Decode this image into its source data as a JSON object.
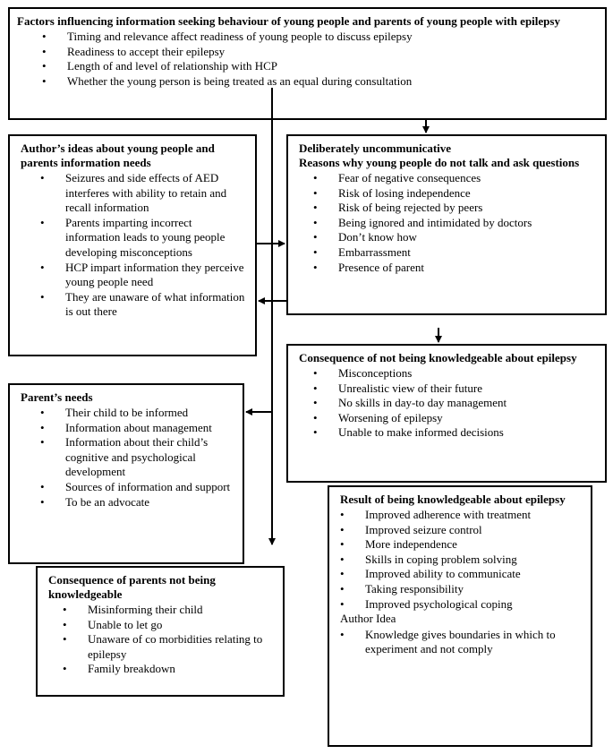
{
  "boxes": {
    "factors": {
      "title": "Factors influencing information seeking behaviour of young people and parents of young people with epilepsy",
      "items": [
        "Timing and relevance affect readiness of  young people to discuss epilepsy",
        "Readiness to accept their epilepsy",
        "Length of and level of relationship with HCP",
        "Whether the young person is being treated as an equal during consultation"
      ]
    },
    "authors_ideas": {
      "title": "Author’s ideas about young people and parents information needs",
      "items": [
        "Seizures and side effects of AED interferes with ability to retain and recall information",
        "Parents imparting incorrect information leads to young people developing misconceptions",
        "HCP impart information they perceive young people need",
        "They are unaware of what information is out there"
      ]
    },
    "uncommunicative": {
      "title_line1": "Deliberately uncommunicative",
      "title_line2": "Reasons why young people do not talk and ask questions",
      "items": [
        "Fear of negative consequences",
        "Risk of losing independence",
        "Risk of being rejected by peers",
        "Being ignored and intimidated by doctors",
        "Don’t know how",
        "Embarrassment",
        "Presence of parent"
      ]
    },
    "not_knowledgeable": {
      "title": "Consequence of not being knowledgeable about epilepsy",
      "items": [
        "Misconceptions",
        "Unrealistic view of their future",
        "No skills in day-to day management",
        "Worsening of epilepsy",
        "Unable to make informed decisions"
      ]
    },
    "parents_needs": {
      "title": "Parent’s needs",
      "items": [
        "Their child to be informed",
        "Information about management",
        "Information about their child’s cognitive and psychological development",
        "Sources of information and support",
        "To be an advocate"
      ]
    },
    "result": {
      "title": "Result of being knowledgeable about epilepsy",
      "items": [
        "Improved adherence with treatment",
        "Improved seizure control",
        "More independence",
        "Skills in coping  problem solving",
        "Improved ability to communicate",
        "Taking responsibility",
        "Improved psychological coping"
      ],
      "author_idea_label": "Author Idea",
      "author_items": [
        "Knowledge gives boundaries in which to experiment and not comply"
      ]
    },
    "parents_not_knowledgeable": {
      "title": "Consequence of parents not being knowledgeable",
      "items": [
        "Misinforming their child",
        "Unable to let go",
        "Unaware of co morbidities relating to epilepsy",
        "Family breakdown"
      ]
    }
  }
}
